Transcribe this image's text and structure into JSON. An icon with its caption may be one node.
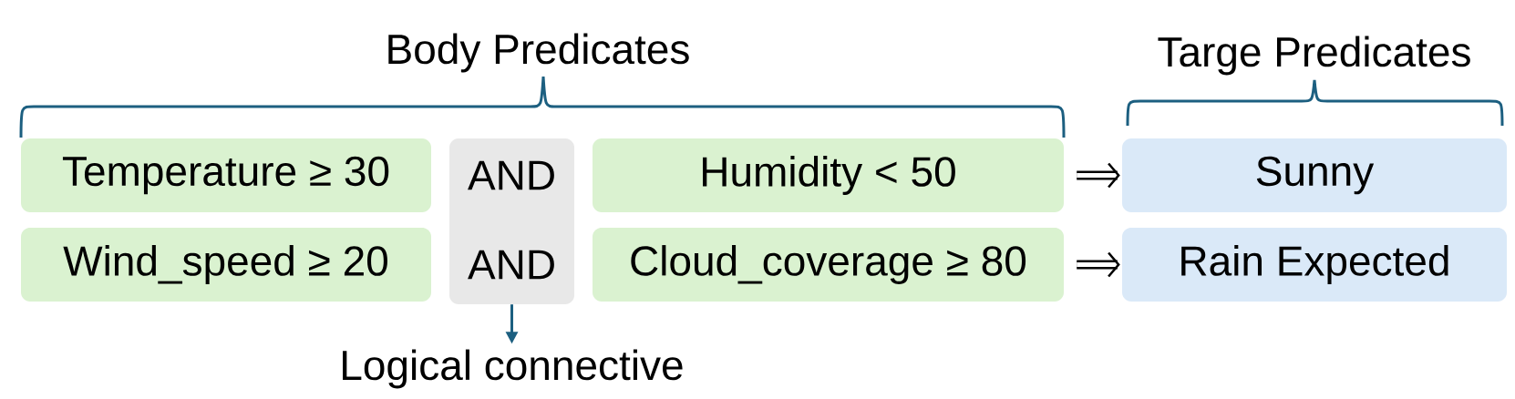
{
  "diagram": {
    "nodes": [
      {
        "text": [
          "Temperature ≥ 30"
        ]
      },
      {
        "text": [
          "AND",
          "AND"
        ]
      },
      {
        "text": [
          "Humidity < 50"
        ]
      },
      {
        "text": [
          "Sunny"
        ]
      },
      {
        "text": [
          "Wind_speed ≥ 20"
        ]
      },
      {
        "text": [
          "Cloud_coverage ≥ 80"
        ]
      },
      {
        "text": [
          "Rain Expected"
        ]
      },
      {
        "text": [
          "Logical connective"
        ]
      }
    ],
    "edges": [
      {
        "from": 2,
        "to": 3,
        "arrow": "to"
      },
      {
        "from": 5,
        "to": 6,
        "arrow": "to"
      },
      {
        "from": 1,
        "to": 7,
        "arrow": "to",
        "color": "#1c5f80"
      }
    ],
    "labels": [
      "Body Predicates",
      "Targe Predicates"
    ]
  }
}
